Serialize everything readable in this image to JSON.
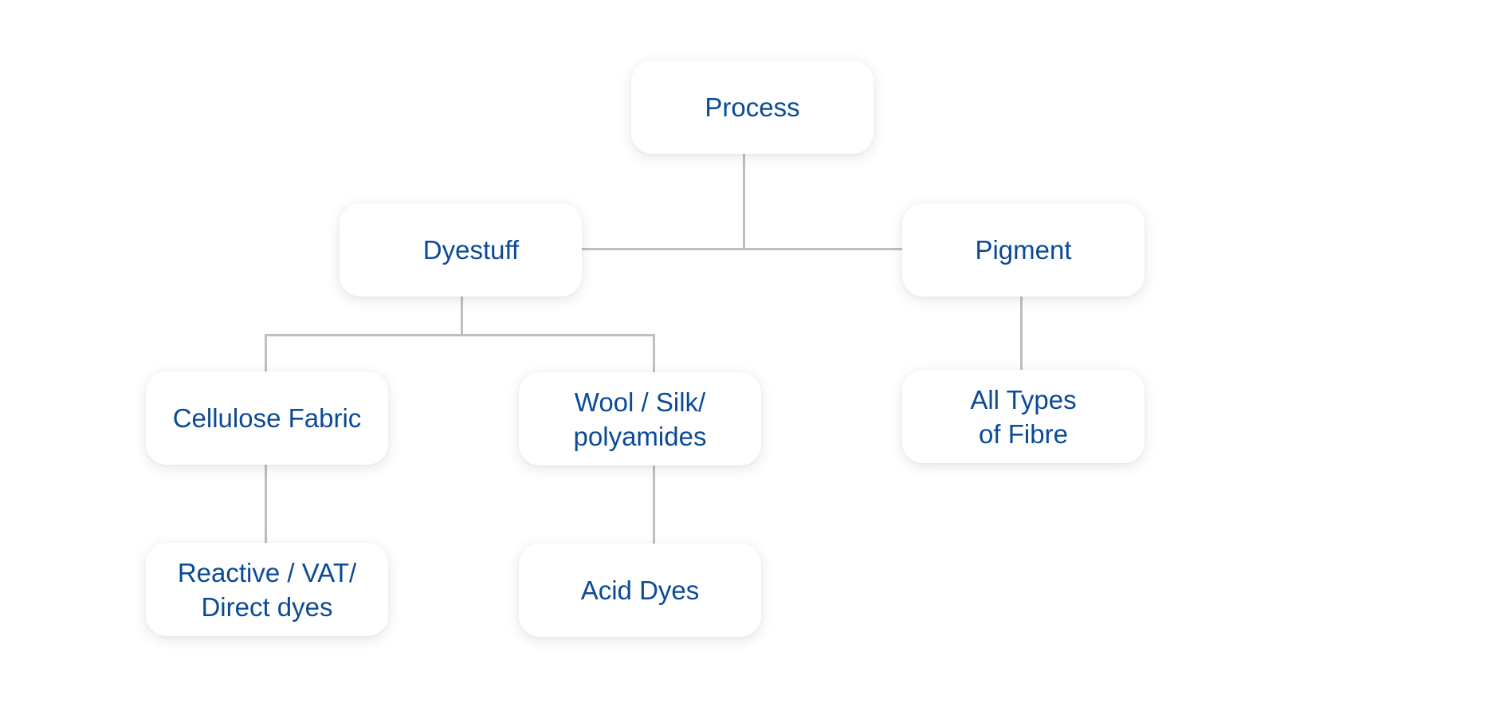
{
  "diagram": {
    "type": "tree",
    "colors": {
      "text": "#0b4a96",
      "connector": "#bfbfbf",
      "node_fill": "#ffffff"
    },
    "nodes": {
      "process": {
        "label": "Process"
      },
      "dyestuff": {
        "label": "Dyestuff"
      },
      "pigment": {
        "label": "Pigment"
      },
      "cellulose": {
        "label": "Cellulose Fabric"
      },
      "wool": {
        "label": "Wool / Silk/\npolyamides"
      },
      "all_types": {
        "label": "All Types\nof Fibre"
      },
      "reactive": {
        "label": "Reactive / VAT/\nDirect dyes"
      },
      "acid": {
        "label": "Acid Dyes"
      }
    },
    "edges": [
      [
        "Process",
        "Dyestuff"
      ],
      [
        "Process",
        "Pigment"
      ],
      [
        "Dyestuff",
        "Cellulose Fabric"
      ],
      [
        "Dyestuff",
        "Wool / Silk/ polyamides"
      ],
      [
        "Pigment",
        "All Types of Fibre"
      ],
      [
        "Cellulose Fabric",
        "Reactive / VAT/ Direct dyes"
      ],
      [
        "Wool / Silk/ polyamides",
        "Acid Dyes"
      ]
    ]
  }
}
